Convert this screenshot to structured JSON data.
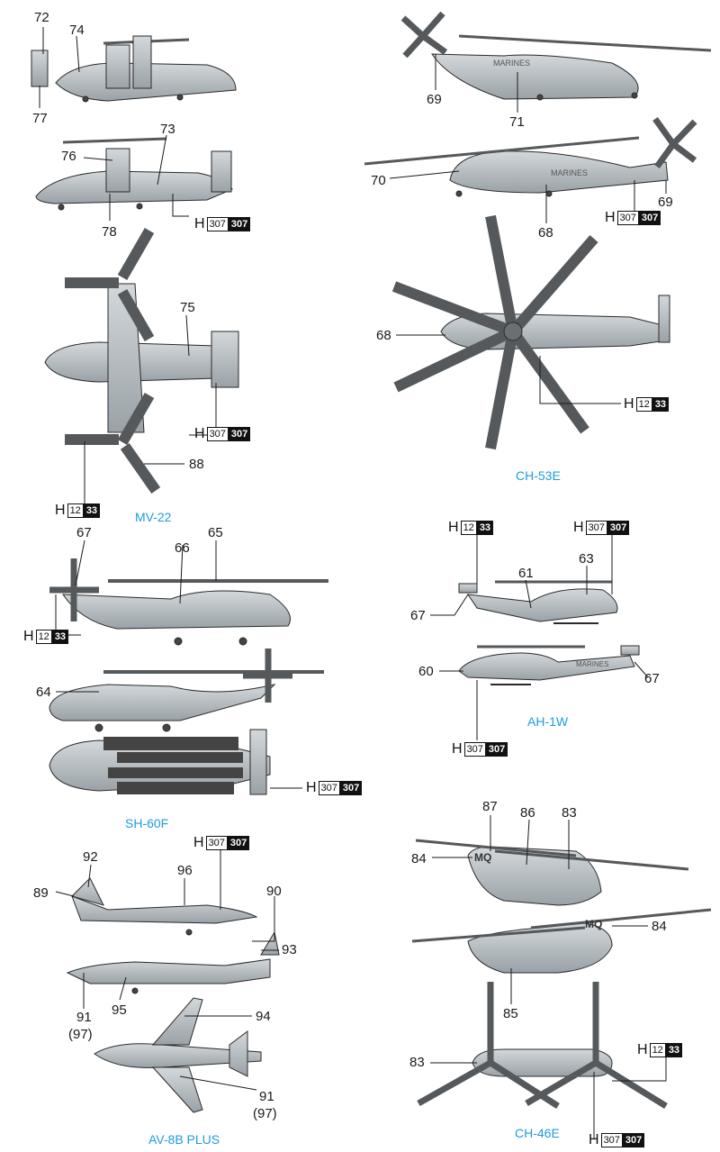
{
  "titles": {
    "mv22": "MV-22",
    "ch53e": "CH-53E",
    "sh60f": "SH-60F",
    "ah1w": "AH-1W",
    "av8b": "AV-8B PLUS",
    "ch46e": "CH-46E"
  },
  "callouts": [
    {
      "id": "c72",
      "text": "72"
    },
    {
      "id": "c74",
      "text": "74"
    },
    {
      "id": "c77",
      "text": "77"
    },
    {
      "id": "c73",
      "text": "73"
    },
    {
      "id": "c76",
      "text": "76"
    },
    {
      "id": "c78",
      "text": "78"
    },
    {
      "id": "c75",
      "text": "75"
    },
    {
      "id": "c88",
      "text": "88"
    },
    {
      "id": "c69a",
      "text": "69"
    },
    {
      "id": "c71",
      "text": "71"
    },
    {
      "id": "c70",
      "text": "70"
    },
    {
      "id": "c69b",
      "text": "69"
    },
    {
      "id": "c68a",
      "text": "68"
    },
    {
      "id": "c68b",
      "text": "68"
    },
    {
      "id": "c67a",
      "text": "67"
    },
    {
      "id": "c66",
      "text": "66"
    },
    {
      "id": "c65",
      "text": "65"
    },
    {
      "id": "c64",
      "text": "64"
    },
    {
      "id": "c61",
      "text": "61"
    },
    {
      "id": "c63",
      "text": "63"
    },
    {
      "id": "c67b",
      "text": "67"
    },
    {
      "id": "c60",
      "text": "60"
    },
    {
      "id": "c67c",
      "text": "67"
    },
    {
      "id": "c92",
      "text": "92"
    },
    {
      "id": "c96",
      "text": "96"
    },
    {
      "id": "c89",
      "text": "89"
    },
    {
      "id": "c90",
      "text": "90"
    },
    {
      "id": "c93",
      "text": "93"
    },
    {
      "id": "c91a",
      "text": "91"
    },
    {
      "id": "c97a",
      "text": "(97)"
    },
    {
      "id": "c95",
      "text": "95"
    },
    {
      "id": "c94",
      "text": "94"
    },
    {
      "id": "c91b",
      "text": "91"
    },
    {
      "id": "c97b",
      "text": "(97)"
    },
    {
      "id": "c87",
      "text": "87"
    },
    {
      "id": "c86",
      "text": "86"
    },
    {
      "id": "c83a",
      "text": "83"
    },
    {
      "id": "c84a",
      "text": "84"
    },
    {
      "id": "c84b",
      "text": "84"
    },
    {
      "id": "c85",
      "text": "85"
    },
    {
      "id": "c83b",
      "text": "83"
    }
  ],
  "badges": [
    {
      "id": "b1",
      "h": "H",
      "a": "307",
      "b": "307"
    },
    {
      "id": "b2",
      "h": "H",
      "a": "307",
      "b": "307"
    },
    {
      "id": "b3",
      "h": "H",
      "a": "12",
      "b": "33"
    },
    {
      "id": "b4",
      "h": "H",
      "a": "307",
      "b": "307"
    },
    {
      "id": "b5",
      "h": "H",
      "a": "12",
      "b": "33"
    },
    {
      "id": "b6",
      "h": "H",
      "a": "12",
      "b": "33"
    },
    {
      "id": "b7",
      "h": "H",
      "a": "307",
      "b": "307"
    },
    {
      "id": "b8",
      "h": "H",
      "a": "12",
      "b": "33"
    },
    {
      "id": "b9",
      "h": "H",
      "a": "307",
      "b": "307"
    },
    {
      "id": "b10",
      "h": "H",
      "a": "307",
      "b": "307"
    },
    {
      "id": "b11",
      "h": "H",
      "a": "307",
      "b": "307"
    },
    {
      "id": "b12",
      "h": "H",
      "a": "12",
      "b": "33"
    },
    {
      "id": "b13",
      "h": "H",
      "a": "307",
      "b": "307"
    }
  ],
  "markings": {
    "ch53_side": "MARINES",
    "ch53_side2": "MARINES",
    "ah1_side": "MARINES",
    "ch46_code": "MQ",
    "ch46_code2": "MQ"
  },
  "colors": {
    "aircraft": "#b9c0c4",
    "aircraft_dark": "#8e979c",
    "rotor": "#55595c",
    "title_blue": "#1e9be0",
    "ink": "#1a1a1a"
  }
}
